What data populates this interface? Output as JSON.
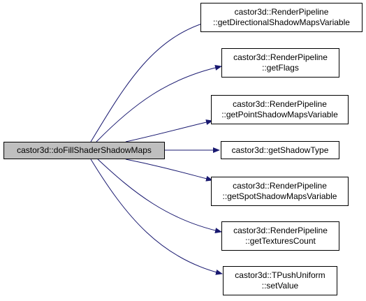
{
  "graph": {
    "root": {
      "label": "castor3d::doFillShaderShadowMaps"
    },
    "callees": [
      {
        "line1": "castor3d::RenderPipeline",
        "line2": "::getDirectionalShadowMapsVariable"
      },
      {
        "line1": "castor3d::RenderPipeline",
        "line2": "::getFlags"
      },
      {
        "line1": "castor3d::RenderPipeline",
        "line2": "::getPointShadowMapsVariable"
      },
      {
        "line1": "castor3d::getShadowType",
        "line2": ""
      },
      {
        "line1": "castor3d::RenderPipeline",
        "line2": "::getSpotShadowMapsVariable"
      },
      {
        "line1": "castor3d::RenderPipeline",
        "line2": "::getTexturesCount"
      },
      {
        "line1": "castor3d::TPushUniform",
        "line2": "::setValue"
      }
    ],
    "colors": {
      "edge": "#191970",
      "root_fill": "#bfbfbf",
      "node_fill": "#ffffff",
      "border": "#000000"
    }
  }
}
